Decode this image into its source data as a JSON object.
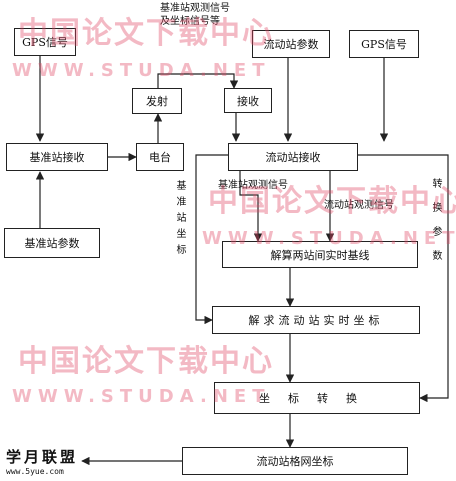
{
  "nodes": {
    "gps_left": "GPS信号",
    "tx_label": "基准站观测信号\n及坐标信号等",
    "rover_params": "流动站参数",
    "gps_right": "GPS信号",
    "transmit": "发射",
    "receive": "接收",
    "base_receiver": "基准站接收",
    "radio": "电台",
    "rover_receiver": "流动站接收",
    "base_params": "基准站参数",
    "solve_baseline": "解算两站间实时基线",
    "solve_rover": "解求流动站实时坐标",
    "transform": "坐标转换",
    "rover_grid": "流动站格网坐标"
  },
  "labels": {
    "base_obs": "基准站观测信号",
    "rover_obs": "流动站观测信号",
    "base_coord": "基准站坐标",
    "transform_params": "转换参数"
  },
  "watermark": {
    "text_cn": "中国论文下载中心",
    "text_url": "WWW.STUDA.NET",
    "color": "#e04664"
  },
  "logo": {
    "line1": "学月联盟",
    "line2": "www.5yue.com"
  }
}
